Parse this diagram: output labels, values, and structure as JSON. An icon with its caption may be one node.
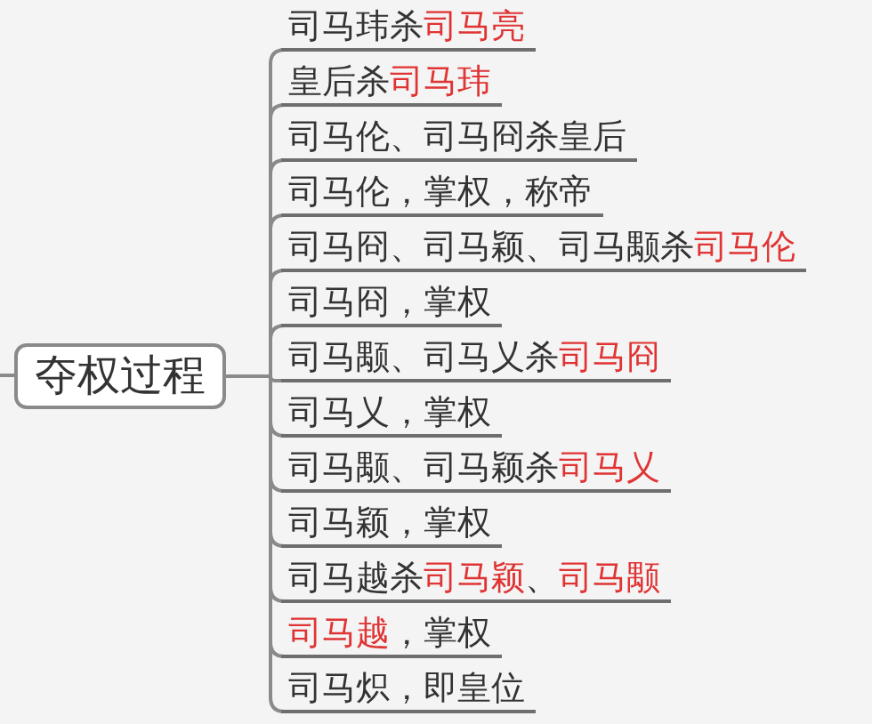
{
  "diagram": {
    "nodes": [
      {
        "text": [
          "夺权过程"
        ]
      },
      {
        "text": [
          "司马玮杀**司马亮**"
        ]
      },
      {
        "text": [
          "皇后杀**司马玮**"
        ]
      },
      {
        "text": [
          "司马伦、司马冏杀皇后"
        ]
      },
      {
        "text": [
          "司马伦，掌权，称帝"
        ]
      },
      {
        "text": [
          "司马冏、司马颖、司马颙杀**司马伦**"
        ]
      },
      {
        "text": [
          "司马冏，掌权"
        ]
      },
      {
        "text": [
          "司马颙、司马乂杀**司马冏**"
        ]
      },
      {
        "text": [
          "司马乂，掌权"
        ]
      },
      {
        "text": [
          "司马颙、司马颖杀**司马乂**"
        ]
      },
      {
        "text": [
          "司马颖，掌权"
        ]
      },
      {
        "text": [
          "司马越杀**司马颖**、**司马颙**"
        ]
      },
      {
        "text": [
          "**司马越**，掌权"
        ]
      },
      {
        "text": [
          "司马炽，即皇位"
        ]
      }
    ],
    "edges": [
      {
        "from": 0,
        "to": 1,
        "arrow": "none"
      },
      {
        "from": 0,
        "to": 2,
        "arrow": "none"
      },
      {
        "from": 0,
        "to": 3,
        "arrow": "none"
      },
      {
        "from": 0,
        "to": 4,
        "arrow": "none"
      },
      {
        "from": 0,
        "to": 5,
        "arrow": "none"
      },
      {
        "from": 0,
        "to": 6,
        "arrow": "none"
      },
      {
        "from": 0,
        "to": 7,
        "arrow": "none"
      },
      {
        "from": 0,
        "to": 8,
        "arrow": "none"
      },
      {
        "from": 0,
        "to": 9,
        "arrow": "none"
      },
      {
        "from": 0,
        "to": 10,
        "arrow": "none"
      },
      {
        "from": 0,
        "to": 11,
        "arrow": "none"
      },
      {
        "from": 0,
        "to": 12,
        "arrow": "none"
      },
      {
        "from": 0,
        "to": 13,
        "arrow": "none"
      }
    ]
  }
}
